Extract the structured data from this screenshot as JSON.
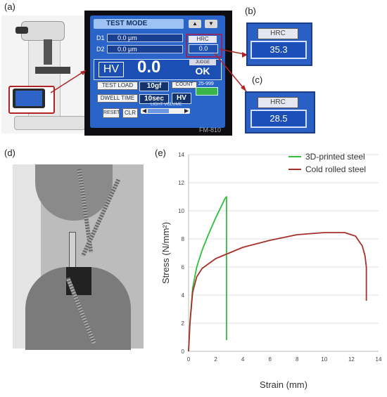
{
  "panels": {
    "a": "(a)",
    "b": "(b)",
    "c": "(c)",
    "d": "(d)",
    "e": "(e)"
  },
  "screen": {
    "title": "TEST MODE",
    "d1_label": "D1",
    "d1_value": "0.0 μm",
    "d2_label": "D2",
    "d2_value": "0.0 μm",
    "hrc_tag": "HRC",
    "hrc_value": "0.0",
    "hv_label": "HV",
    "hv_value": "0.0",
    "judge_label": "JUDGE",
    "ok_label": "OK",
    "test_load_label": "TEST LOAD",
    "test_load_value": "10gf",
    "count_label": "COUNT",
    "count_value": "25-999",
    "dwell_label": "DWELL TIME",
    "dwell_value": "10sec",
    "hv_button": "HV",
    "reset_button": "RESET",
    "clr_button": "CLR",
    "light_label": "LIGHT VOLUME",
    "model": "FM-810"
  },
  "inset_b": {
    "tag": "HRC",
    "value": "35.3"
  },
  "inset_c": {
    "tag": "HRC",
    "value": "28.5"
  },
  "chart_data": {
    "type": "line",
    "xlabel": "Strain (mm)",
    "ylabel": "Stress (N/mm²)",
    "xlim": [
      0,
      14
    ],
    "ylim": [
      0,
      14
    ],
    "xticks": [
      0,
      2,
      4,
      6,
      8,
      10,
      12,
      14
    ],
    "yticks": [
      0,
      2,
      4,
      6,
      8,
      10,
      12,
      14
    ],
    "grid": "horizontal",
    "legend_position": "top-right",
    "series": [
      {
        "name": "3D-printed steel",
        "color": "#2fbf3a",
        "x": [
          0,
          0.1,
          0.3,
          0.6,
          1.0,
          1.5,
          2.0,
          2.4,
          2.7,
          2.8,
          2.8
        ],
        "y": [
          0,
          2.0,
          4.5,
          6.0,
          7.2,
          8.4,
          9.5,
          10.3,
          10.9,
          11.0,
          0.8
        ]
      },
      {
        "name": "Cold rolled steel",
        "color": "#a8302c",
        "x": [
          0,
          0.1,
          0.3,
          0.6,
          1.0,
          2.0,
          4.0,
          6.0,
          8.0,
          10.0,
          11.5,
          12.3,
          12.8,
          13.0,
          13.1,
          13.1
        ],
        "y": [
          0,
          2.0,
          4.2,
          5.3,
          5.9,
          6.6,
          7.4,
          7.9,
          8.3,
          8.45,
          8.45,
          8.2,
          7.5,
          6.8,
          6.0,
          3.6
        ]
      }
    ]
  }
}
